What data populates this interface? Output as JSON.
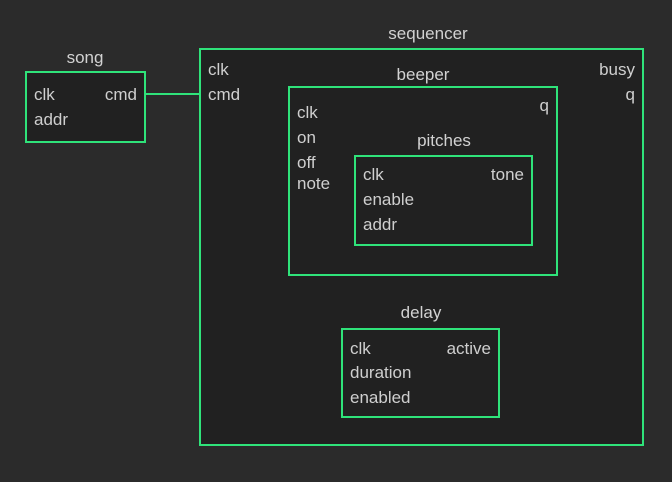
{
  "diagram": {
    "background_color": "#2b2b2b",
    "block_fill_color": "#212121",
    "block_border_color": "#2fe37a",
    "text_color": "#cfcfcf",
    "blocks": {
      "song": {
        "title": "song",
        "inputs": [
          "clk",
          "addr"
        ],
        "outputs": [
          "cmd"
        ]
      },
      "sequencer": {
        "title": "sequencer",
        "inputs": [
          "clk",
          "cmd"
        ],
        "outputs": [
          "busy",
          "q"
        ]
      },
      "beeper": {
        "title": "beeper",
        "inputs": [
          "clk",
          "on",
          "off",
          "note"
        ],
        "outputs": [
          "q"
        ]
      },
      "pitches": {
        "title": "pitches",
        "inputs": [
          "clk",
          "enable",
          "addr"
        ],
        "outputs": [
          "tone"
        ]
      },
      "delay": {
        "title": "delay",
        "inputs": [
          "clk",
          "duration",
          "enabled"
        ],
        "outputs": [
          "active"
        ]
      }
    },
    "connections": [
      {
        "from": "song.cmd",
        "to": "sequencer.cmd"
      }
    ]
  }
}
